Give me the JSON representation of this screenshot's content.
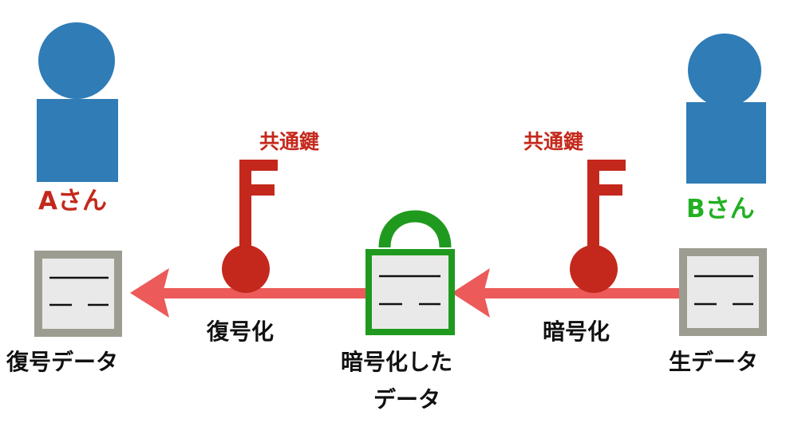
{
  "colors": {
    "person": "#2f7cb6",
    "person_b_label": "#22b022",
    "person_a_label": "#c4281c",
    "key": "#c4281c",
    "key_label": "#c4281c",
    "lock": "#1f9a1f",
    "arrow": "#ec5a5a",
    "doc_frame": "#9c9c90",
    "text": "#111111"
  },
  "person_a": {
    "label": "Aさん"
  },
  "person_b": {
    "label": "Bさん"
  },
  "keys": {
    "left_label": "共通鍵",
    "right_label": "共通鍵"
  },
  "actions": {
    "decrypt": "復号化",
    "encrypt": "暗号化"
  },
  "documents": {
    "decrypted": "復号データ",
    "encrypted_line1": "暗号化した",
    "encrypted_line2": "データ",
    "raw": "生データ"
  }
}
